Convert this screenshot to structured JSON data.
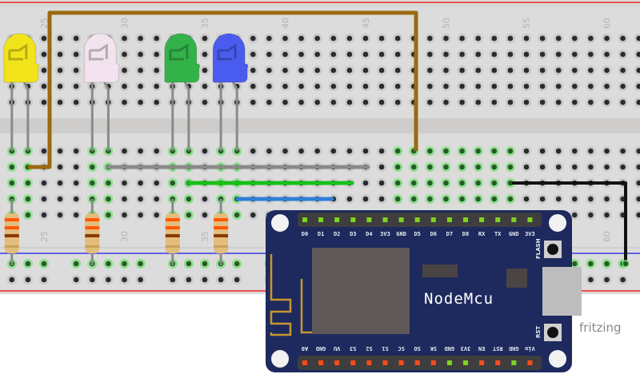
{
  "breadboard": {
    "top_column_labels": [
      "25",
      "30",
      "35",
      "40",
      "45",
      "50",
      "55",
      "60"
    ],
    "bottom_column_labels": [
      "25",
      "30",
      "35",
      "60"
    ],
    "colors": {
      "body": "#dcdcdc",
      "rail_red": "#e85050",
      "rail_blue": "#3a3ae0",
      "hole": "#2b2b2b",
      "connected": "#7ee07e"
    }
  },
  "leds": [
    {
      "color": "yellow",
      "fill": "#f2e41a"
    },
    {
      "color": "white",
      "fill": "#f3e3ef"
    },
    {
      "color": "green",
      "fill": "#33b24a"
    },
    {
      "color": "blue",
      "fill": "#4a5cf0"
    }
  ],
  "resistor_count": 4,
  "wires": [
    {
      "name": "brown-wire",
      "color": "#9a6a10"
    },
    {
      "name": "gray-wire",
      "color": "#8a8a8a"
    },
    {
      "name": "green-wire",
      "color": "#19c019"
    },
    {
      "name": "blue-wire",
      "color": "#2e7fd8"
    },
    {
      "name": "black-wire",
      "color": "#111111"
    }
  ],
  "nodemcu": {
    "name": "NodeMcu",
    "board_color": "#1e2a5e",
    "flash_label": "FLASH",
    "rst_label": "RST",
    "top_pins": [
      "D0",
      "D1",
      "D2",
      "D3",
      "D4",
      "3V3",
      "GND",
      "D5",
      "D6",
      "D7",
      "D8",
      "RX",
      "TX",
      "GND",
      "3V3"
    ],
    "bottom_pins": [
      "A0",
      "GND",
      "VU",
      "S3",
      "S2",
      "S1",
      "SC",
      "SO",
      "SK",
      "GND",
      "3V3",
      "EN",
      "RST",
      "GND",
      "Vin"
    ],
    "bottom_pin_connected": [
      false,
      false,
      false,
      false,
      false,
      false,
      false,
      false,
      false,
      true,
      true,
      false,
      false,
      true,
      false
    ]
  },
  "watermark": "fritzing"
}
